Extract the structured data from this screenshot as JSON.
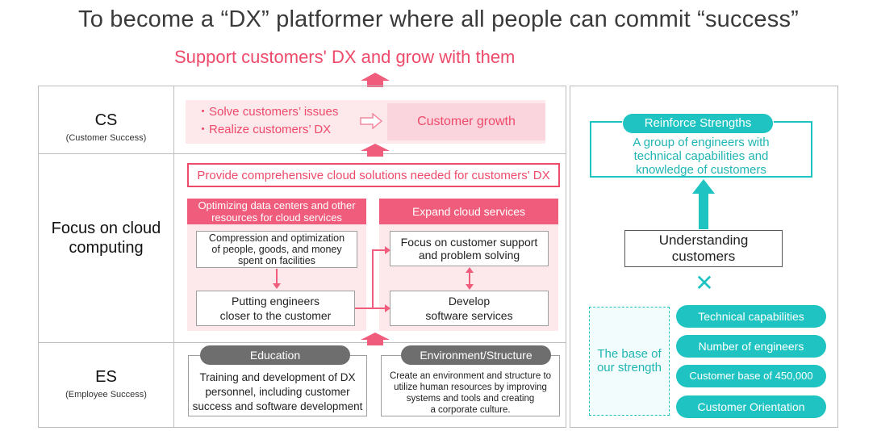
{
  "header": {
    "title": "To become a “DX” platformer where all people can commit “success”",
    "subtitle": "Support customers' DX and grow with them"
  },
  "cs": {
    "label": "CS",
    "sublabel": "(Customer Success)",
    "bullets": [
      "・Solve customers’ issues",
      "・Realize customers’ DX"
    ],
    "outcome": "Customer growth"
  },
  "focus": {
    "label_line1": "Focus on cloud",
    "label_line2": "computing",
    "banner": "Provide comprehensive cloud solutions needed for customers' DX",
    "left": {
      "header_line1": "Optimizing data centers and other",
      "header_line2": "resources for cloud services",
      "box1_line1": "Compression and optimization",
      "box1_line2": "of people, goods, and money",
      "box1_line3": "spent on facilities",
      "box2_line1": "Putting engineers",
      "box2_line2": "closer to the customer"
    },
    "right": {
      "header": "Expand cloud services",
      "box1_line1": "Focus on customer support",
      "box1_line2": "and problem solving",
      "box2_line1": "Develop",
      "box2_line2": "software services"
    }
  },
  "es": {
    "label": "ES",
    "sublabel": "(Employee Success)",
    "education": {
      "title": "Education",
      "line1": "Training and development of DX",
      "line2": "personnel, including customer",
      "line3": "success and software development"
    },
    "environment": {
      "title": "Environment/Structure",
      "line1": "Create an environment and structure to",
      "line2": "utilize human resources by improving",
      "line3": "systems and tools and creating",
      "line4": "a corporate culture."
    }
  },
  "strengths": {
    "reinforce_title": "Reinforce Strengths",
    "reinforce_line1": "A group of engineers with",
    "reinforce_line2": "technical capabilities and",
    "reinforce_line3": "knowledge of customers",
    "understanding_line1": "Understanding",
    "understanding_line2": "customers",
    "times_symbol": "✕",
    "base_line1": "The base of",
    "base_line2": "our strength",
    "pills": [
      "Technical capabilities",
      "Number of engineers",
      "Customer base of 450,000",
      "Customer Orientation"
    ]
  },
  "colors": {
    "pink": "#f05c7b",
    "light_pink": "#fde8ec",
    "teal": "#1fc4c2",
    "gray_pill": "#6e6e6e"
  }
}
